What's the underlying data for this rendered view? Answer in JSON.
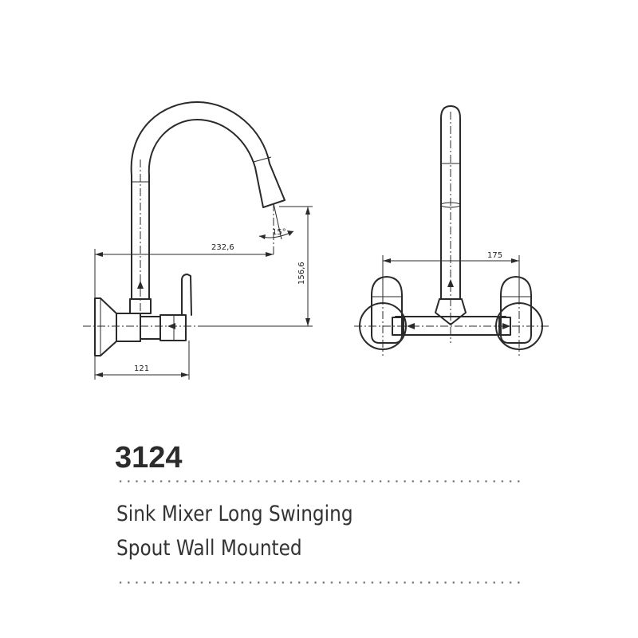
{
  "product": {
    "model_number": "3124",
    "description_lines": [
      "Sink Mixer Long Swinging",
      "Spout Wall Mounted"
    ]
  },
  "side_view": {
    "dimensions": {
      "spout_reach": "232,6",
      "height": "156,6",
      "wall_projection": "121",
      "swing_angle": "15°"
    }
  },
  "front_view": {
    "dimensions": {
      "center_distance": "175"
    }
  },
  "colors": {
    "line": "#2a2a2a",
    "title_text": "#2c2c2c",
    "description_text": "#333333",
    "dots": "#7a7a7a"
  }
}
